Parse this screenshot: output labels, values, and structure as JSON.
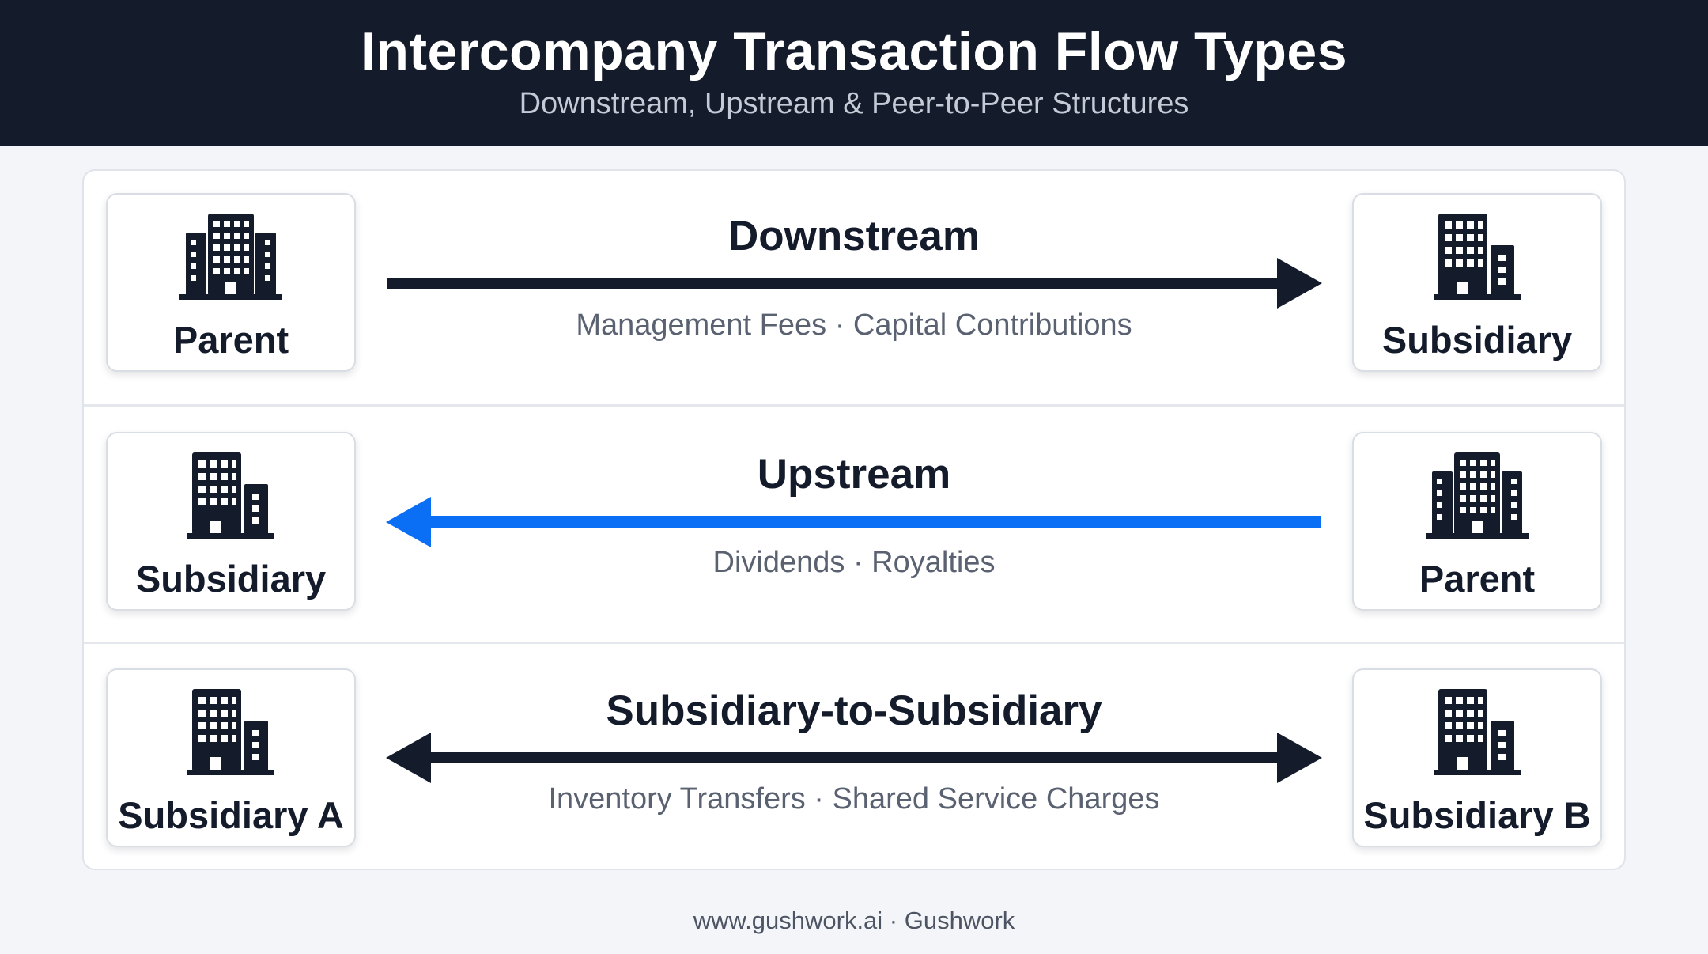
{
  "header": {
    "title": "Intercompany Transaction Flow Types",
    "subtitle": "Downstream, Upstream & Peer-to-Peer Structures"
  },
  "flows": [
    {
      "title": "Downstream",
      "description": "Management Fees · Capital Contributions",
      "left_entity": "Parent",
      "left_icon": "building-wide-icon",
      "right_entity": "Subsidiary",
      "right_icon": "building-annex-icon",
      "direction": "left-to-right",
      "arrow_color": "#141b2b"
    },
    {
      "title": "Upstream",
      "description": "Dividends · Royalties",
      "left_entity": "Subsidiary",
      "left_icon": "building-annex-icon",
      "right_entity": "Parent",
      "right_icon": "building-wide-icon",
      "direction": "right-to-left",
      "arrow_color": "#0b6ff5"
    },
    {
      "title": "Subsidiary-to-Subsidiary",
      "description": "Inventory Transfers · Shared Service Charges",
      "left_entity": "Subsidiary A",
      "left_icon": "building-annex-icon",
      "right_entity": "Subsidiary B",
      "right_icon": "building-annex-icon",
      "direction": "bidirectional",
      "arrow_color": "#141b2b"
    }
  ],
  "footer": {
    "text": "www.gushwork.ai · Gushwork"
  },
  "colors": {
    "header_bg": "#141b2b",
    "dark": "#141b2b",
    "accent_blue": "#0b6ff5"
  }
}
